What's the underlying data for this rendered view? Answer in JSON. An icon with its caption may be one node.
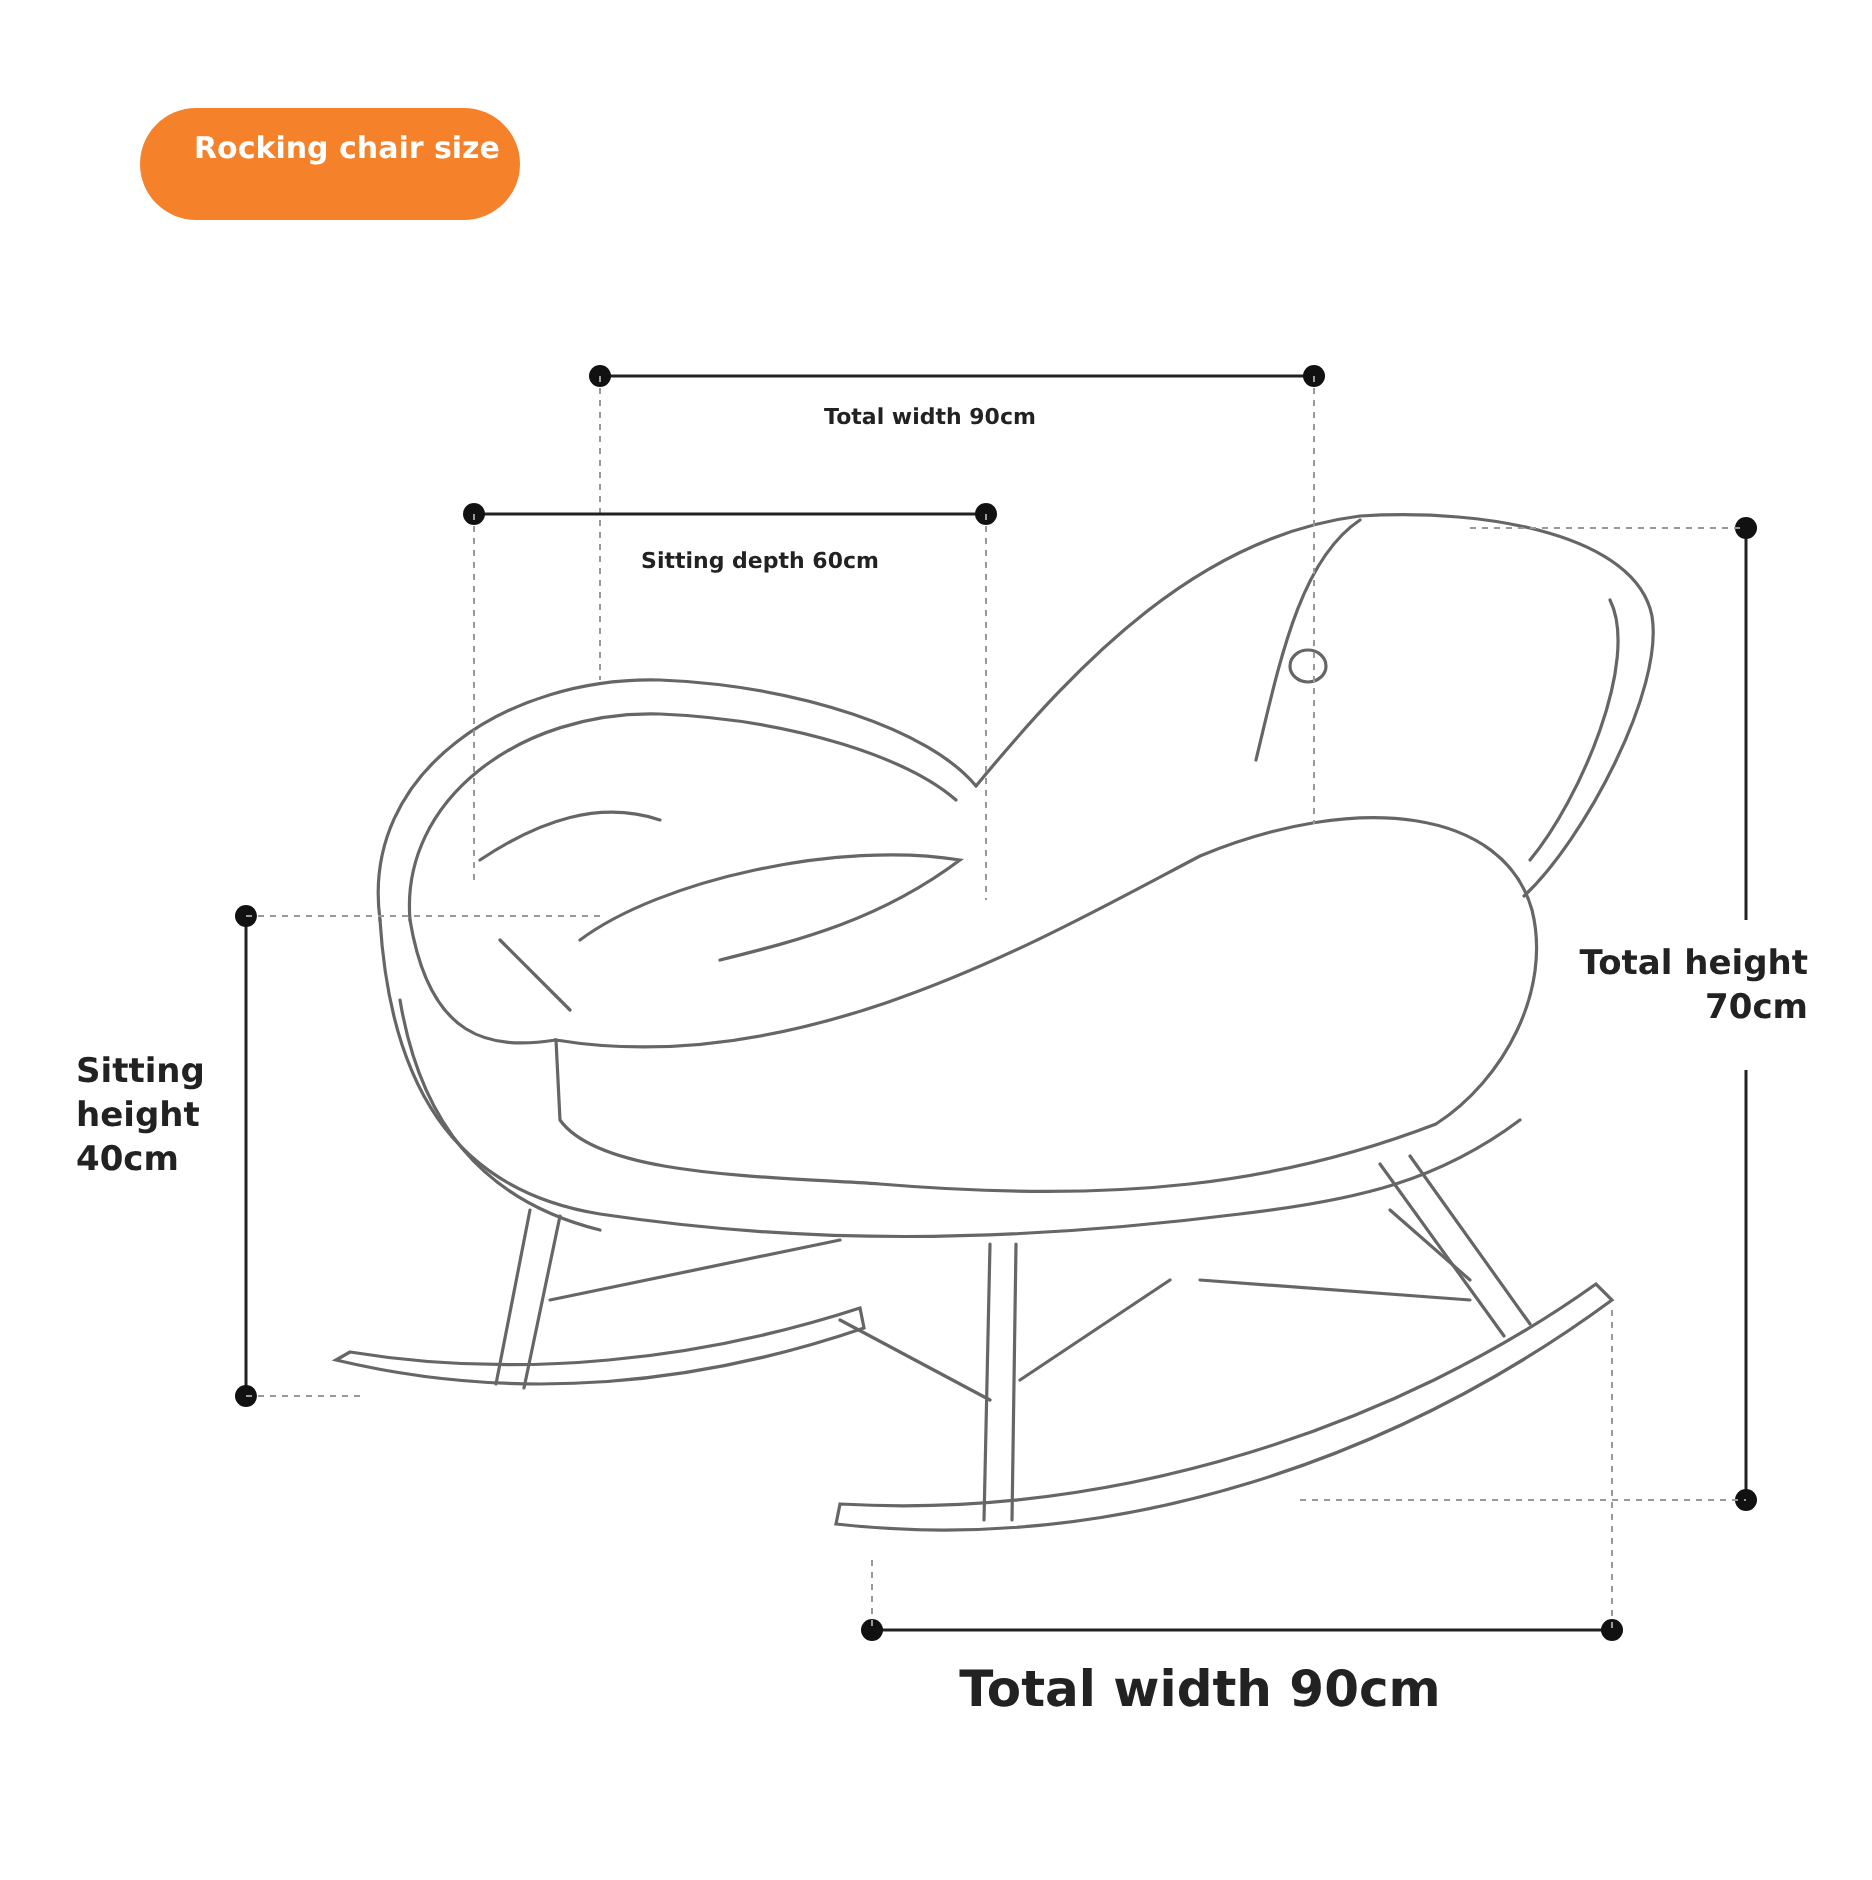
{
  "diagram": {
    "title": "Rocking chair size",
    "labels": [
      "Total width 90cm",
      "Sitting depth 60cm",
      "Total height 70cm",
      "Sitting height 40cm",
      "Total width 90cm"
    ]
  }
}
